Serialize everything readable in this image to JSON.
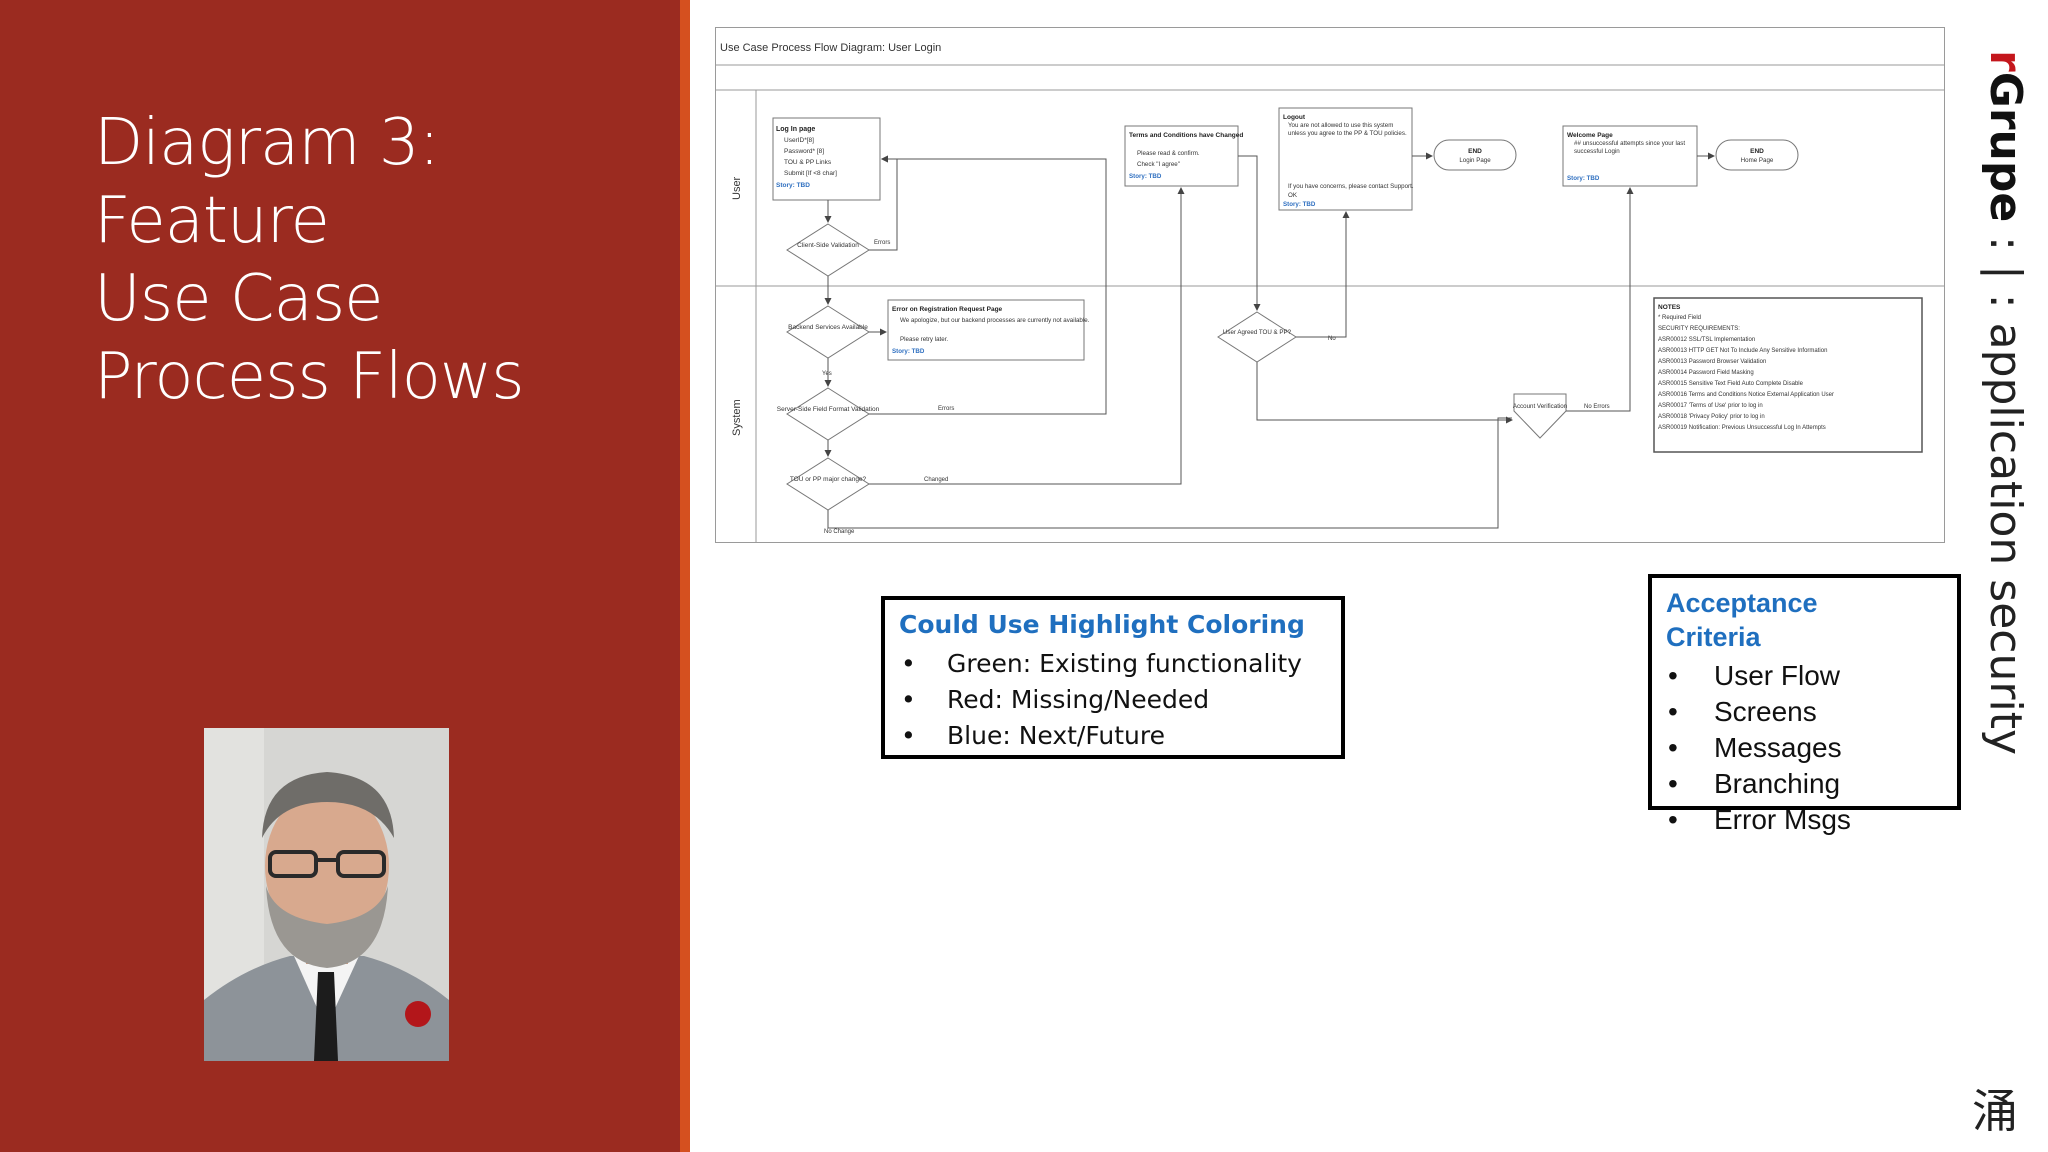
{
  "slide": {
    "title_lines": [
      "Diagram 3:",
      "Feature",
      "Use Case",
      "Process Flows"
    ]
  },
  "diagram": {
    "header": "Use Case Process Flow Diagram: User Login",
    "lanes": {
      "user": "User",
      "system": "System"
    },
    "login_page": {
      "title": "Log In page",
      "lines": [
        "UserID*[8]",
        "Password* [8]",
        "TOU & PP Links",
        "Submit [If <8 char]"
      ],
      "story": "Story: TBD"
    },
    "client_validation": "Client-Side Validation",
    "backend_available": "Backend Services Available",
    "server_validation": "Server-Side Field Format Validation",
    "tou_change": "TOU or PP major change?",
    "error_page": {
      "title": "Error on Registration Request Page",
      "lines": [
        "We apologize, but our backend processes are currently not available.",
        "Please retry later."
      ],
      "story": "Story: TBD"
    },
    "terms_box": {
      "title": "Terms and Conditions have Changed",
      "lines": [
        "Please read & confirm.",
        "Check \"I agree\""
      ],
      "story": "Story: TBD"
    },
    "logout_box": {
      "title": "Logout",
      "lines": [
        "You are not allowed to use this system unless you agree to the PP & TOU policies.",
        "If you have concerns, please contact Support.",
        "OK"
      ],
      "story": "Story: TBD"
    },
    "end_login": {
      "title": "END",
      "sub": "Login Page"
    },
    "welcome_box": {
      "title": "Welcome Page",
      "lines": [
        "## unsuccessful attempts since your last successful Login"
      ],
      "story": "Story: TBD"
    },
    "end_home": {
      "title": "END",
      "sub": "Home Page"
    },
    "user_agreed": "User Agreed TOU & PP?",
    "account_verification": "Account Verification",
    "edge_labels": {
      "errors": "Errors",
      "yes": "Yes",
      "no": "No",
      "changed": "Changed",
      "no_change": "No Change",
      "no_errors": "No Errors"
    },
    "notes": {
      "title": "NOTES",
      "lines": [
        "* Required Field",
        "SECURITY REQUIREMENTS:",
        "ASR00012 SSL/TSL Implementation",
        "ASR00013 HTTP GET Not To Include Any Sensitive Information",
        "ASR00013 Password Browser Validation",
        "ASR00014 Password Field Masking",
        "ASR00015 Sensitive Text Field Auto Complete Disable",
        "ASR00016 Terms and Conditions Notice External Application User",
        "ASR00017 'Terms of Use' prior to log in",
        "ASR00018 'Privacy Policy' prior to log in",
        "ASR00019 Notification: Previous Unsuccessful Log In Attempts"
      ]
    }
  },
  "highlight_box": {
    "title": "Could Use Highlight Coloring",
    "items": [
      "Green: Existing functionality",
      "Red: Missing/Needed",
      "Blue: Next/Future"
    ]
  },
  "acceptance_box": {
    "title_line1": "Acceptance",
    "title_line2": "Criteria",
    "items": [
      "User Flow",
      "Screens",
      "Messages",
      "Branching",
      "Error Msgs"
    ]
  },
  "brand": {
    "r": "r",
    "name": "Grupe",
    "tagline": " : | : application security"
  },
  "corner_glyph": "涌",
  "colors": {
    "panel_red": "#9b2b20",
    "stripe_orange": "#d5501f",
    "accent_blue": "#1f6fbf",
    "brand_red": "#c4161c"
  }
}
